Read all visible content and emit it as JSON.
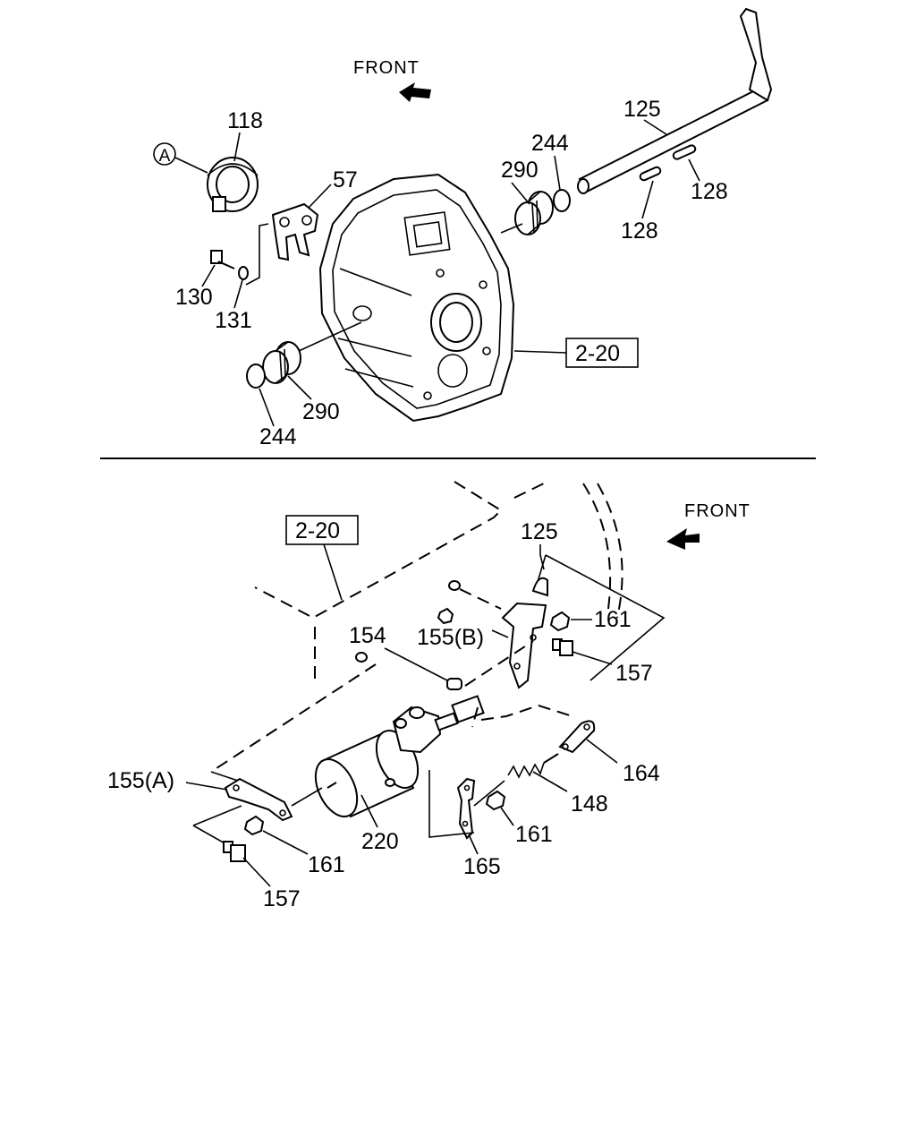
{
  "top_section": {
    "front_label": "FRONT",
    "callout_a": "A",
    "ref_box": "2-20",
    "labels": {
      "p118": "118",
      "p57": "57",
      "p130": "130",
      "p131": "131",
      "p244a": "244",
      "p290a": "290",
      "p290b": "290",
      "p244b": "244",
      "p125": "125",
      "p128a": "128",
      "p128b": "128"
    }
  },
  "bottom_section": {
    "front_label": "FRONT",
    "ref_box": "2-20",
    "labels": {
      "p125": "125",
      "p161a": "161",
      "p157a": "157",
      "p154": "154",
      "p155b": "155(B)",
      "p164": "164",
      "p155a": "155(A)",
      "p148": "148",
      "p161b": "161",
      "p220": "220",
      "p165": "165",
      "p161c": "161",
      "p157b": "157"
    }
  }
}
